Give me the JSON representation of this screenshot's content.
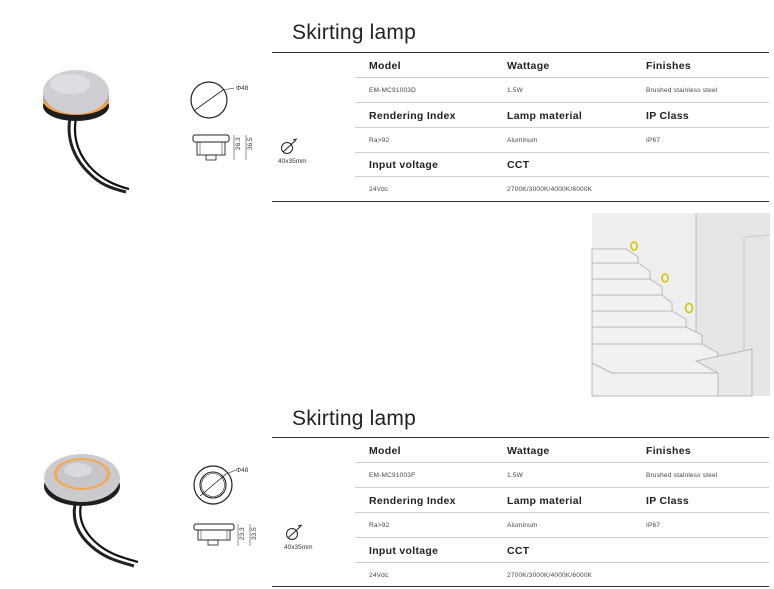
{
  "products": [
    {
      "title": "Skirting lamp",
      "headers": {
        "model": "Model",
        "wattage": "Wattage",
        "finishes": "Finishes",
        "rendering": "Rendering Index",
        "material": "Lamp material",
        "ip": "IP Class",
        "voltage": "Input voltage",
        "cct": "CCT"
      },
      "values": {
        "model": "EM-MC91003D",
        "wattage": "1.5W",
        "finishes": "Brushed stainless steel",
        "rendering": "Ra>92",
        "material": "Aluminum",
        "ip": "IP67",
        "voltage": "24Vdc",
        "cct": "2700K/3000K/4000K/6000K"
      },
      "dims": {
        "diameter": "Φ48",
        "height1": "26.3",
        "height2": "36.5",
        "cutout": "40x35mm"
      }
    },
    {
      "title": "Skirting lamp",
      "headers": {
        "model": "Model",
        "wattage": "Wattage",
        "finishes": "Finishes",
        "rendering": "Rendering Index",
        "material": "Lamp material",
        "ip": "IP Class",
        "voltage": "Input voltage",
        "cct": "CCT"
      },
      "values": {
        "model": "EM-MC91003F",
        "wattage": "1.5W",
        "finishes": "Brushed stainless steel",
        "rendering": "Ra>92",
        "material": "Aluminum",
        "ip": "IP67",
        "voltage": "24Vdc",
        "cct": "2700K/3000K/4000K/6000K"
      },
      "dims": {
        "diameter": "Φ48",
        "height1": "23.3",
        "height2": "33.5",
        "cutout": "40x35mm"
      }
    }
  ],
  "colors": {
    "glow": "#f0a24a",
    "rule": "#333333",
    "light_rule": "#cfcfcf",
    "lamp_body": "#c9c9cd"
  }
}
